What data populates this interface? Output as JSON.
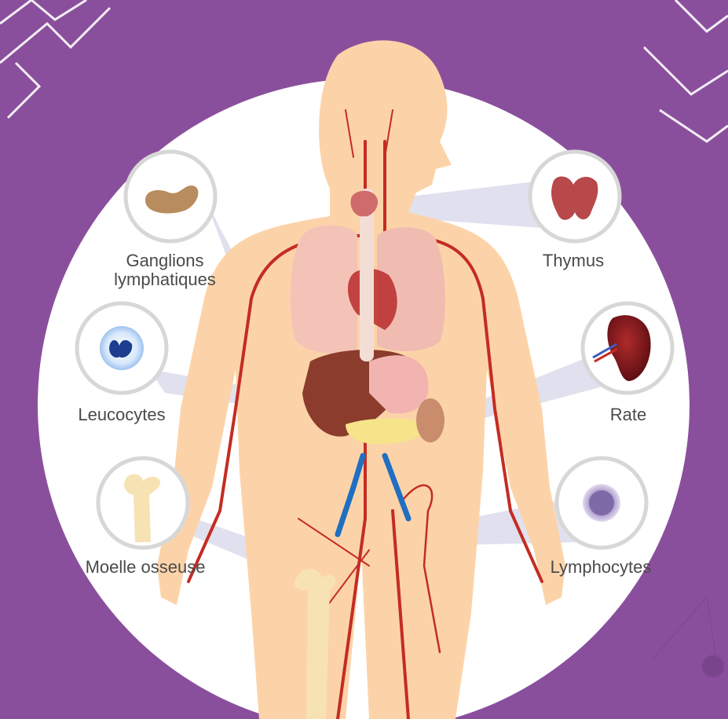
{
  "colors": {
    "background": "#8a4f9c",
    "circle": "#ffffff",
    "skin": "#fcd3a8",
    "artery": "#c42c22",
    "vein": "#1f6fc2",
    "label_text": "#4a4a4a",
    "callout_ring": "#d7d7d7",
    "callout_beam": "#c9c7e0"
  },
  "labels": {
    "ganglions": {
      "line1": "Ganglions",
      "line2": "lymphatiques"
    },
    "leucocytes": "Leucocytes",
    "moelle": "Moelle osseuse",
    "thymus": "Thymus",
    "rate": "Rate",
    "lymphocytes": "Lymphocytes"
  },
  "icons": {
    "ganglion": "lymph-node-icon",
    "leucocyte": "leukocyte-icon",
    "bone": "bone-icon",
    "thymus": "thymus-icon",
    "spleen": "spleen-icon",
    "lymphocyte": "lymphocyte-icon"
  }
}
